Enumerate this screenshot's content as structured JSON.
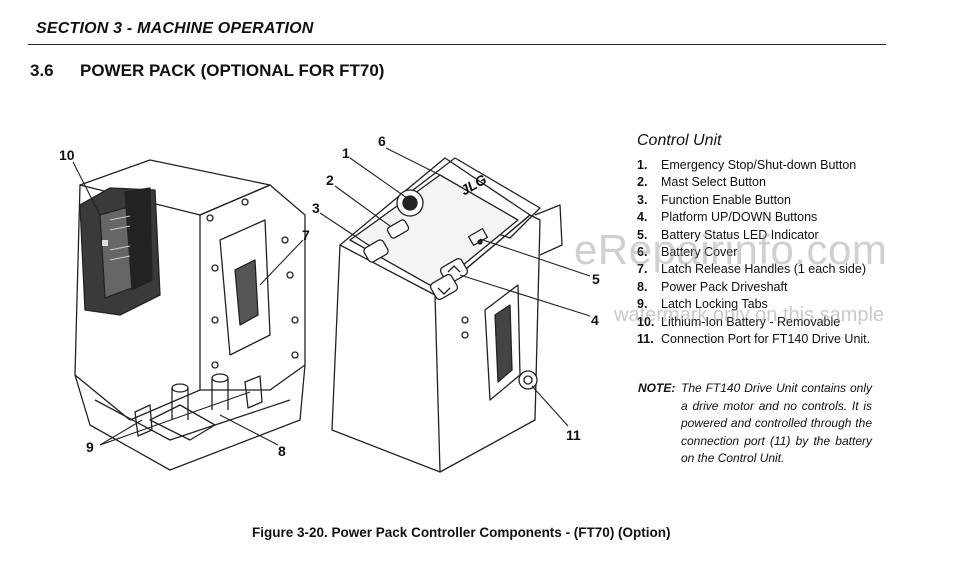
{
  "header": {
    "section": "SECTION 3 - MACHINE OPERATION"
  },
  "subsection": {
    "number": "3.6",
    "title": "POWER PACK (OPTIONAL FOR FT70)"
  },
  "figure": {
    "callouts": [
      "1",
      "2",
      "3",
      "4",
      "5",
      "6",
      "7",
      "8",
      "9",
      "10",
      "11"
    ],
    "brand_mark": "JLG"
  },
  "control_unit": {
    "title": "Control Unit",
    "items": [
      {
        "num": "1.",
        "text": "Emergency Stop/Shut-down Button"
      },
      {
        "num": "2.",
        "text": "Mast Select Button"
      },
      {
        "num": "3.",
        "text": "Function Enable Button"
      },
      {
        "num": "4.",
        "text": "Platform UP/DOWN Buttons"
      },
      {
        "num": "5.",
        "text": "Battery Status LED Indicator"
      },
      {
        "num": "6.",
        "text": "Battery Cover"
      },
      {
        "num": "7.",
        "text": "Latch Release Handles (1 each side)"
      },
      {
        "num": "8.",
        "text": "Power Pack Driveshaft"
      },
      {
        "num": "9.",
        "text": "Latch Locking Tabs"
      },
      {
        "num": "10.",
        "text": "Lithium-Ion Battery - Removable"
      },
      {
        "num": "11.",
        "text": "Connection Port for FT140 Drive Unit."
      }
    ]
  },
  "note": {
    "label": "NOTE:",
    "text": "The FT140 Drive Unit contains only a drive motor and no controls. It is powered and controlled through the connection port (11) by the battery on the Control Unit."
  },
  "caption": "Figure 3-20. Power Pack Controller Components - (FT70) (Option)",
  "watermark": {
    "line1": "eRepairinfo.com",
    "line2": "watermark only on this sample"
  }
}
